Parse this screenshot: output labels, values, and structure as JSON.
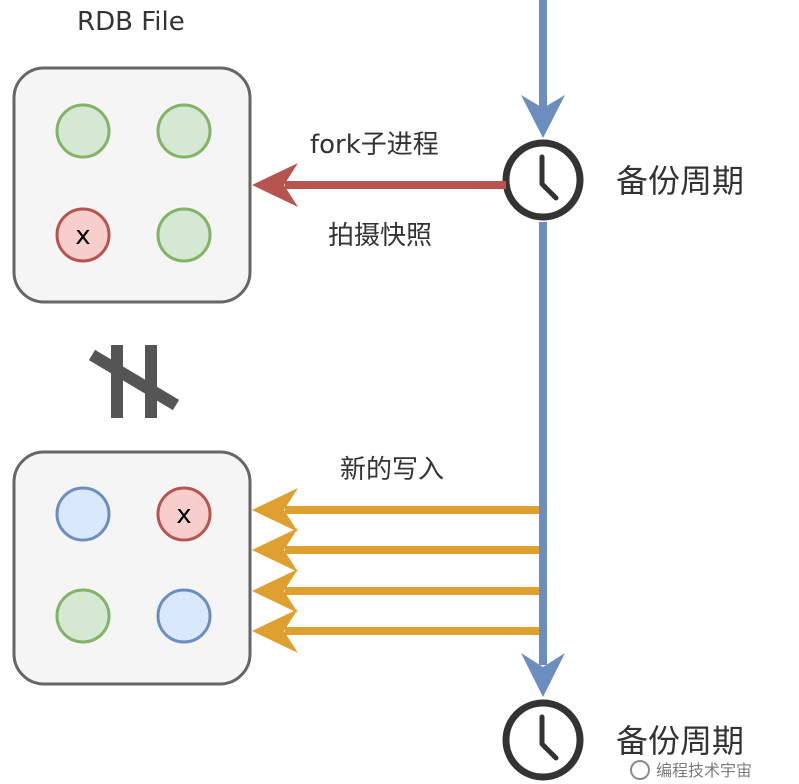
{
  "rdb_file_label": "RDB File",
  "fork_label": "fork子进程",
  "snapshot_label": "拍摄快照",
  "new_writes_label": "新的写入",
  "backup_cycle_top": "备份周期",
  "backup_cycle_bottom": "备份周期",
  "not_equal_icon": "not-equal-icon",
  "clock_icon": "clock-icon",
  "cross_mark": "x",
  "watermark_text": "编程技术宇宙",
  "colors": {
    "timeline_blue": "#6c8ebf",
    "fork_red": "#b85450",
    "write_orange": "#e0a030",
    "green_fill": "#d5e8d4",
    "green_stroke": "#82b366",
    "red_fill": "#f8cecc",
    "red_stroke": "#b85450",
    "blue_fill": "#dae8fc",
    "blue_stroke": "#6c8ebf",
    "box_fill": "#f5f5f5",
    "box_stroke": "#666666"
  }
}
